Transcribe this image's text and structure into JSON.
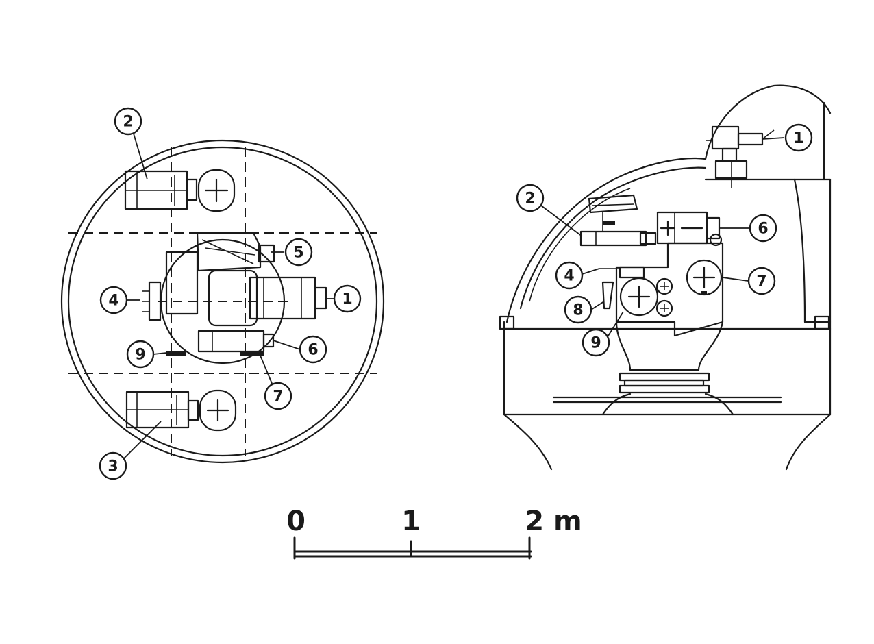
{
  "plan_view": {
    "callouts": [
      "1",
      "2",
      "3",
      "4",
      "5",
      "6",
      "7",
      "9"
    ]
  },
  "side_view": {
    "callouts": [
      "1",
      "2",
      "4",
      "6",
      "7",
      "8",
      "9"
    ]
  },
  "scale_bar": {
    "tick_0": "0",
    "tick_1": "1",
    "tick_2": "2 m"
  }
}
